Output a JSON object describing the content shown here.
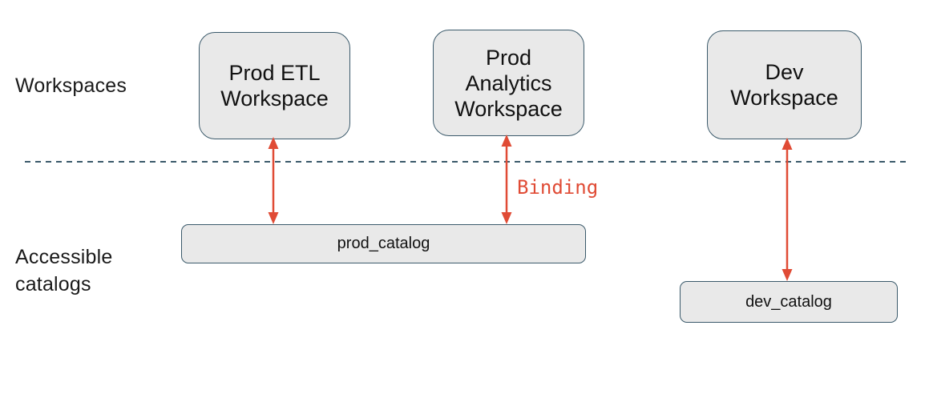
{
  "diagram": {
    "row_labels": {
      "workspaces": "Workspaces",
      "catalogs": "Accessible catalogs"
    },
    "annotation": {
      "binding": "Binding"
    },
    "workspace_nodes": [
      {
        "id": "prod-etl",
        "label": "Prod ETL Workspace"
      },
      {
        "id": "prod-analytics",
        "label": "Prod Analytics Workspace"
      },
      {
        "id": "dev",
        "label": "Dev Workspace"
      }
    ],
    "catalog_nodes": [
      {
        "id": "prod_catalog",
        "label": "prod_catalog"
      },
      {
        "id": "dev_catalog",
        "label": "dev_catalog"
      }
    ],
    "relations": [
      {
        "from": "Prod ETL Workspace",
        "to": "prod_catalog",
        "type": "binding"
      },
      {
        "from": "Prod Analytics Workspace",
        "to": "prod_catalog",
        "type": "binding"
      },
      {
        "from": "Dev Workspace",
        "to": "dev_catalog",
        "type": "binding"
      }
    ],
    "colors": {
      "node_fill": "#e9e9e9",
      "node_border": "#3b5a6b",
      "divider": "#3b5a6b",
      "arrow": "#e04b35",
      "annotation_text": "#e04b35",
      "text": "#1a1a1a",
      "background": "#ffffff"
    }
  }
}
